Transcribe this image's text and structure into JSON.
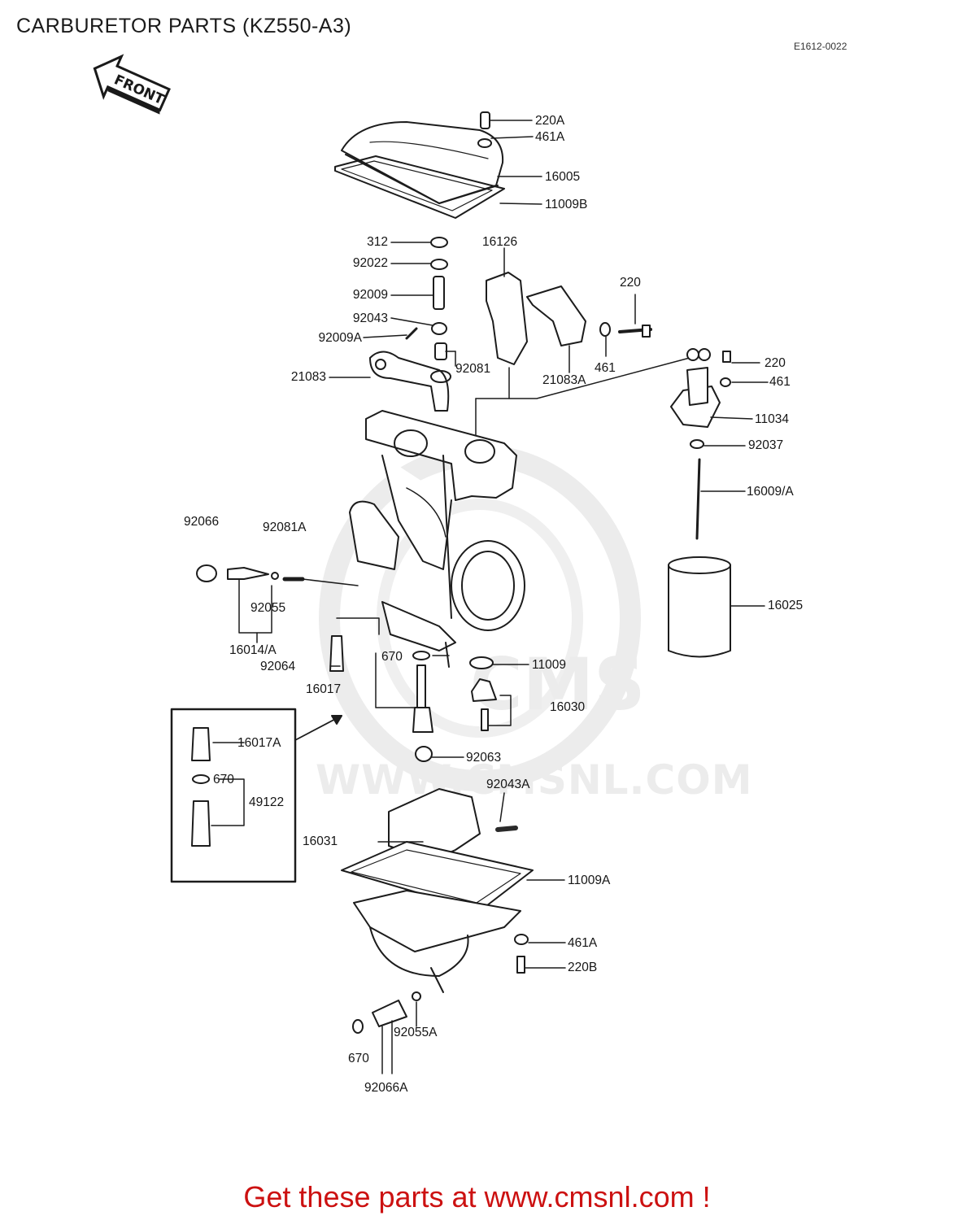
{
  "title": "CARBURETOR PARTS (KZ550-A3)",
  "diagram_code": "E1612-0022",
  "front_label": "FRONT",
  "watermark": {
    "logo": "CMS",
    "url": "WWW.CMSNL.COM"
  },
  "footer": "Get these parts at www.cmsnl.com !",
  "part_labels": [
    "220A",
    "461A",
    "16005",
    "11009B",
    "312",
    "92022",
    "16126",
    "92009",
    "220",
    "92043",
    "92009A",
    "461",
    "92081",
    "21083A",
    "220",
    "21083",
    "461",
    "11034",
    "92037",
    "16009/A",
    "92066",
    "92081A",
    "16025",
    "92055",
    "16014/A",
    "670",
    "11009",
    "92064",
    "16017",
    "16030",
    "16017A",
    "92063",
    "670",
    "49122",
    "92043A",
    "16031",
    "11009A",
    "461A",
    "220B",
    "92055A",
    "670",
    "92066A"
  ]
}
